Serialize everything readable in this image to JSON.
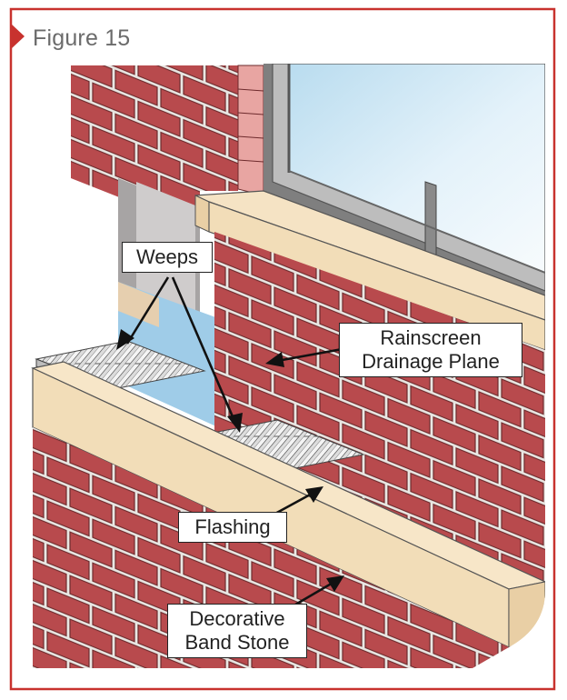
{
  "figure": {
    "title": "Figure 15",
    "accent_color": "#c8322e",
    "brick_color": "#b84a4d",
    "stone_color": "#f2ddb8",
    "glass_color": "#cfe6f3",
    "flashing_color": "#9fd0ec"
  },
  "labels": {
    "weeps": "Weeps",
    "rainscreen_line1": "Rainscreen",
    "rainscreen_line2": "Drainage Plane",
    "flashing": "Flashing",
    "band_stone_line1": "Decorative",
    "band_stone_line2": "Band Stone"
  }
}
